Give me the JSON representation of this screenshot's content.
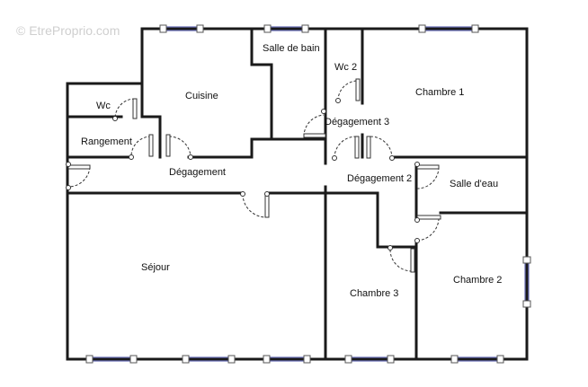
{
  "watermark": "© EtreProprio.com",
  "rooms": {
    "salle_de_bain": "Salle de bain",
    "wc_1": "Wc",
    "cuisine": "Cuisine",
    "wc_2": "Wc 2",
    "chambre_1": "Chambre 1",
    "degagement_3": "Dégagement 3",
    "rangement": "Rangement",
    "degagement": "Dégagement",
    "degagement_2": "Dégagement 2",
    "salle_d_eau": "Salle d'eau",
    "sejour": "Séjour",
    "chambre_3": "Chambre 3",
    "chambre_2": "Chambre 2"
  }
}
